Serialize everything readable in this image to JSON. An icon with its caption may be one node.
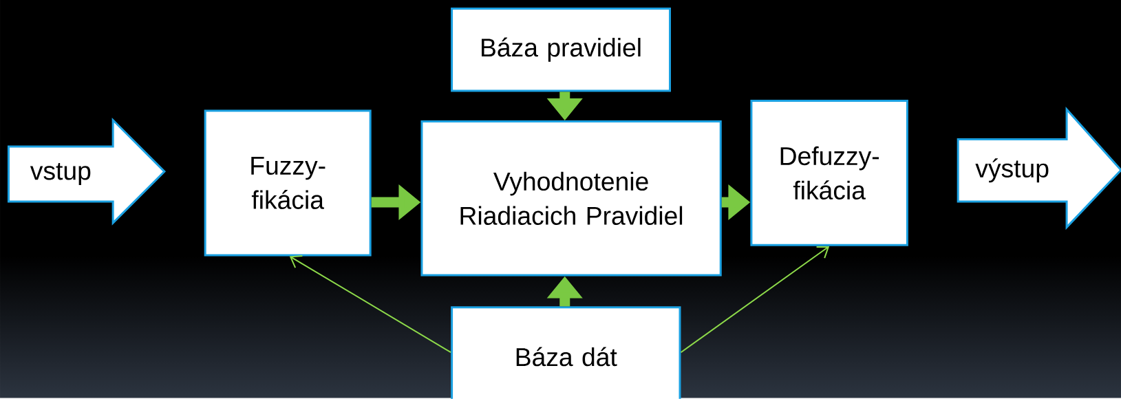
{
  "diagram": {
    "nodes": [
      {
        "text": [
          "vstup"
        ]
      },
      {
        "text": [
          "Fuzzy-fikácia"
        ]
      },
      {
        "text": [
          "Báza pravidiel"
        ]
      },
      {
        "text": [
          "Vyhodnotenie Riadiacich Pravidiel"
        ]
      },
      {
        "text": [
          "Defuzzy-fikácia"
        ]
      },
      {
        "text": [
          "výstup"
        ]
      },
      {
        "text": [
          "Báza dát"
        ]
      }
    ],
    "edges": [
      {
        "from": 1,
        "to": 3,
        "arrow": "to"
      },
      {
        "from": 2,
        "to": 3,
        "arrow": "to"
      },
      {
        "from": 6,
        "to": 3,
        "arrow": "to"
      },
      {
        "from": 3,
        "to": 4,
        "arrow": "to"
      },
      {
        "from": 6,
        "to": 1,
        "arrow": "to",
        "color": "#8edb4a"
      },
      {
        "from": 6,
        "to": 4,
        "arrow": "to",
        "color": "#8edb4a"
      }
    ]
  }
}
